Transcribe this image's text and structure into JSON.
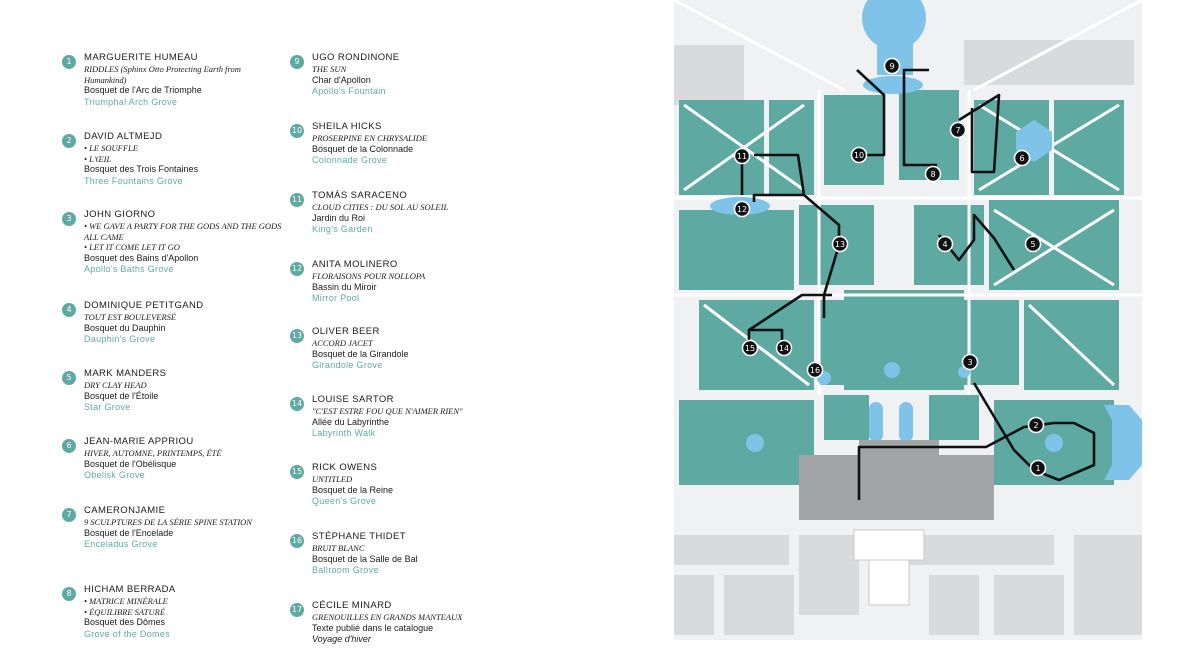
{
  "legend": {
    "left": [
      {
        "num": "1",
        "artist": "MARGUERITE HUMEAU",
        "works": [
          "RIDDLES (Sphinx Otto Protecting Earth from Humankind)"
        ],
        "site": "Bosquet de l'Arc de Triomphe",
        "site_en": "Triumphal Arch Grove"
      },
      {
        "num": "2",
        "artist": "DAVID ALTMEJD",
        "works": [
          "• LE SOUFFLE",
          "• L'ŒIL"
        ],
        "site": "Bosquet des Trois Fontaines",
        "site_en": "Three Fountains Grove"
      },
      {
        "num": "3",
        "artist": "JOHN GIORNO",
        "works": [
          "• WE GAVE A PARTY FOR THE GODS AND THE GODS ALL CAME",
          "• LET IT COME LET IT GO"
        ],
        "site": "Bosquet des Bains d'Apollon",
        "site_en": "Apollo's Baths Grove"
      },
      {
        "num": "4",
        "artist": "DOMINIQUE PETITGAND",
        "works": [
          "TOUT EST BOULEVERSÉ"
        ],
        "site": "Bosquet du Dauphin",
        "site_en": "Dauphin's Grove"
      },
      {
        "num": "5",
        "artist": "MARK MANDERS",
        "works": [
          "DRY CLAY HEAD"
        ],
        "site": "Bosquet de l'Étoile",
        "site_en": "Star Grove"
      },
      {
        "num": "6",
        "artist": "JEAN-MARIE APPRIOU",
        "works": [
          "HIVER, AUTOMNE, PRINTEMPS, ÉTÉ"
        ],
        "site": "Bosquet de l'Obélisque",
        "site_en": "Obelisk Grove"
      },
      {
        "num": "7",
        "artist": "CAMERONJAMIE",
        "works": [
          "9 SCULPTURES DE LA SÉRIE SPINE STATION"
        ],
        "site": "Bosquet de l'Encelade",
        "site_en": "Enceladus Grove"
      },
      {
        "num": "8",
        "artist": "HICHAM BERRADA",
        "works": [
          "• MATRICE MINÉRALE",
          "• ÉQUILIBRE SATURÉ"
        ],
        "site": "Bosquet des Dômes",
        "site_en": "Grove of the Domes"
      }
    ],
    "right": [
      {
        "num": "9",
        "artist": "UGO RONDINONE",
        "works": [
          "THE SUN"
        ],
        "site": "Char d'Apollon",
        "site_en": "Apollo's Fountain"
      },
      {
        "num": "10",
        "artist": "SHEILA HICKS",
        "works": [
          "PROSERPINE EN CHRYSALIDE"
        ],
        "site": "Bosquet de la Colonnade",
        "site_en": "Colonnade Grove"
      },
      {
        "num": "11",
        "artist": "TOMÁS SARACENO",
        "works": [
          "CLOUD CITIES : DU SOL AU SOLEIL"
        ],
        "site": "Jardin du Roi",
        "site_en": "King's Garden"
      },
      {
        "num": "12",
        "artist": "ANITA MOLINERO",
        "works": [
          "FLORAISONS POUR NOLLOPA"
        ],
        "site": "Bassin du Miroir",
        "site_en": "Mirror Pool"
      },
      {
        "num": "13",
        "artist": "OLIVER BEER",
        "works": [
          "ACCORD JACET"
        ],
        "site": "Bosquet de la Girandole",
        "site_en": "Girandole Grove"
      },
      {
        "num": "14",
        "artist": "LOUISE SARTOR",
        "works": [
          "\"C'EST ESTRE FOU QUE N'AIMER RIEN\""
        ],
        "site": "Allée du Labyrinthe",
        "site_en": "Labyrinth Walk"
      },
      {
        "num": "15",
        "artist": "RICK OWENS",
        "works": [
          "UNTITLED"
        ],
        "site": "Bosquet de la Reine",
        "site_en": "Queen's Grove"
      },
      {
        "num": "16",
        "artist": "STÉPHANE THIDET",
        "works": [
          "BRUIT BLANC"
        ],
        "site": "Bosquet de la Salle de Bal",
        "site_en": "Ballroom Grove"
      },
      {
        "num": "17",
        "artist": "CÉCILE MINARD",
        "works": [
          "GRENOUILLES EN GRANDS MANTEAUX"
        ],
        "site": "Texte publié dans le catalogue",
        "site_en": "",
        "site_extra": "Voyage d'hiver"
      }
    ]
  },
  "map": {
    "markers": [
      {
        "num": "1"
      },
      {
        "num": "2"
      },
      {
        "num": "3"
      },
      {
        "num": "4"
      },
      {
        "num": "5"
      },
      {
        "num": "6"
      },
      {
        "num": "7"
      },
      {
        "num": "8"
      },
      {
        "num": "9"
      },
      {
        "num": "10"
      },
      {
        "num": "11"
      },
      {
        "num": "12"
      },
      {
        "num": "13"
      },
      {
        "num": "14"
      },
      {
        "num": "15"
      },
      {
        "num": "16"
      }
    ]
  },
  "colors": {
    "teal": "#5fa9a3",
    "water": "#7fc4e8",
    "grey_path": "#f0f1f2",
    "building": "#a3a4a6",
    "route": "#111111",
    "paved": "#d9dadb"
  }
}
